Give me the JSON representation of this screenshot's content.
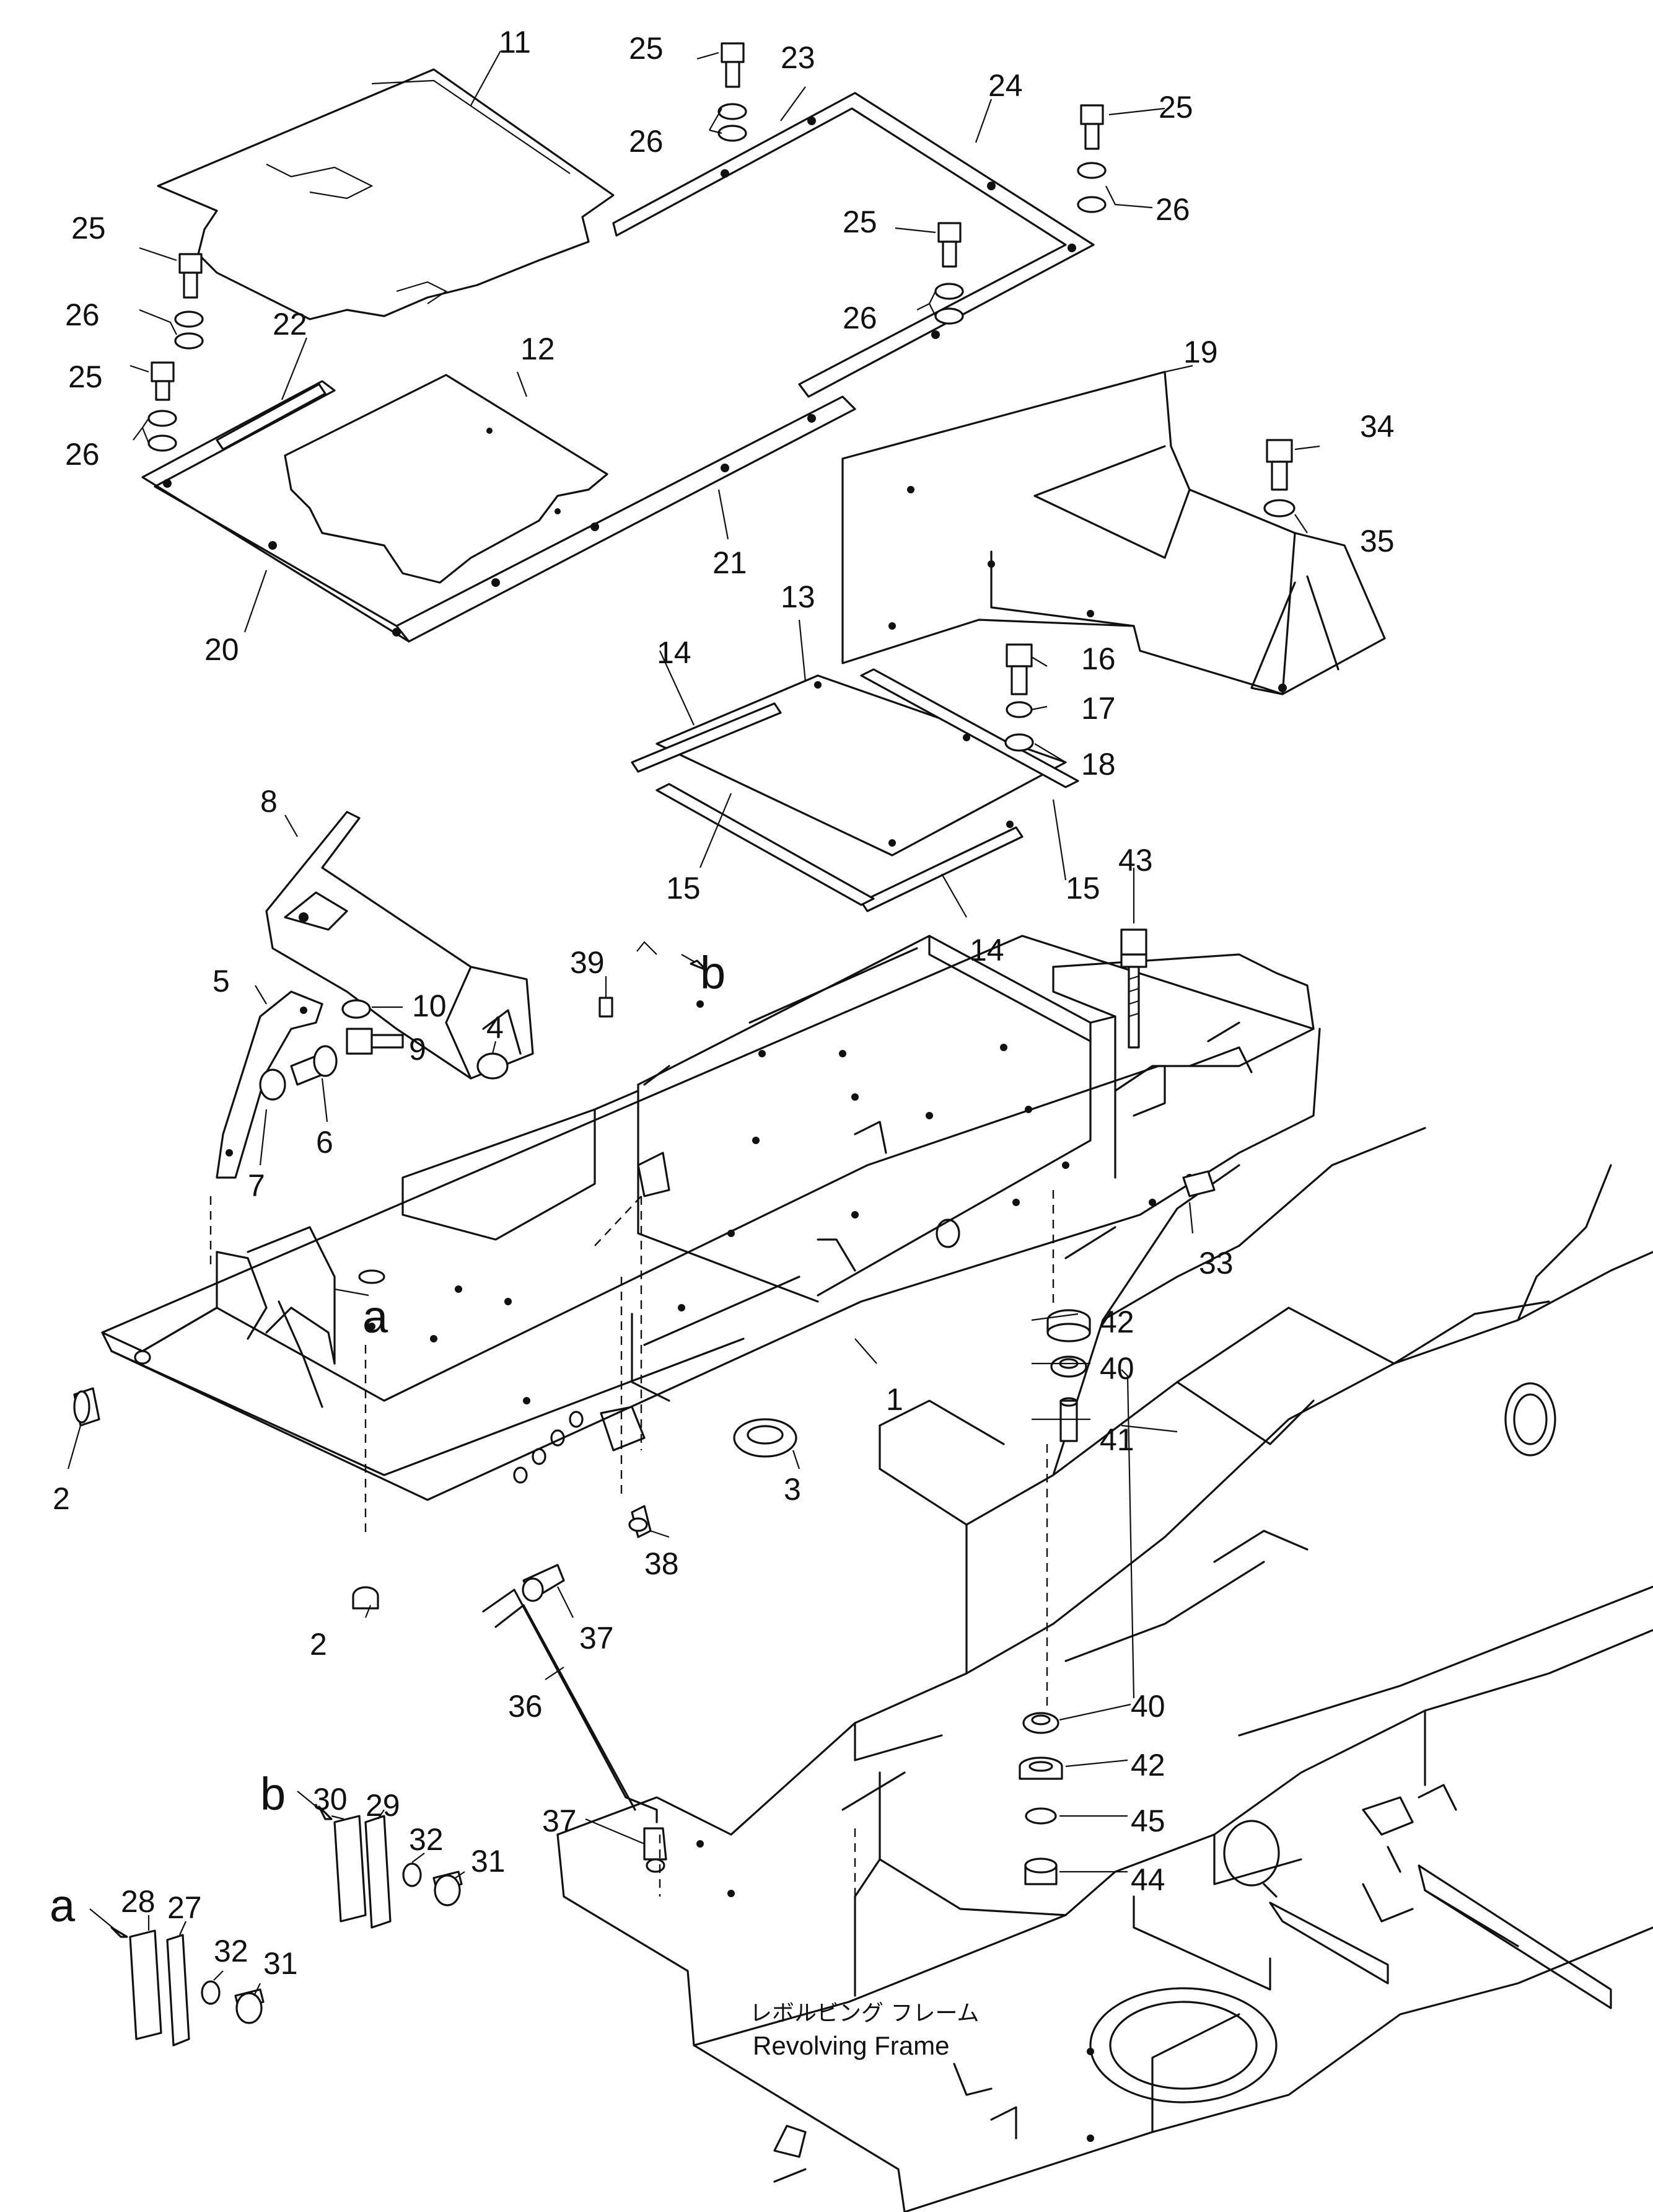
{
  "frame_caption": {
    "japanese": "レボルビング フレーム",
    "english": "Revolving Frame"
  },
  "view_markers": [
    "a",
    "b"
  ],
  "callouts": [
    "1",
    "2",
    "3",
    "4",
    "5",
    "6",
    "7",
    "8",
    "9",
    "10",
    "11",
    "12",
    "13",
    "14",
    "15",
    "16",
    "17",
    "18",
    "19",
    "20",
    "21",
    "22",
    "23",
    "24",
    "25",
    "26",
    "27",
    "28",
    "29",
    "30",
    "31",
    "32",
    "33",
    "34",
    "35",
    "36",
    "37",
    "38",
    "39",
    "40",
    "41",
    "42",
    "43",
    "44",
    "45"
  ]
}
